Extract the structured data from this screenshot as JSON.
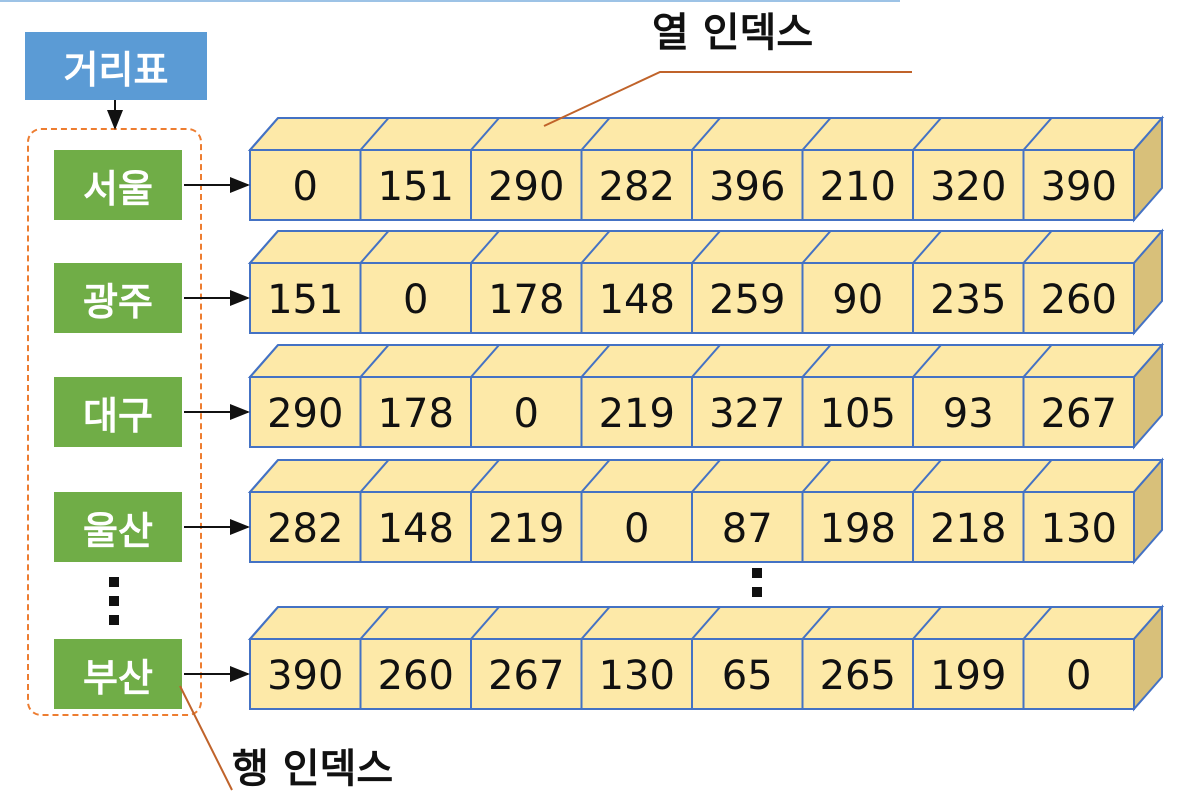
{
  "labels": {
    "root": "거리표",
    "column_index": "열 인덱스",
    "row_index": "행 인덱스"
  },
  "rows": [
    {
      "city": "서울",
      "values": [
        "0",
        "151",
        "290",
        "282",
        "396",
        "210",
        "320",
        "390"
      ]
    },
    {
      "city": "광주",
      "values": [
        "151",
        "0",
        "178",
        "148",
        "259",
        "90",
        "235",
        "260"
      ]
    },
    {
      "city": "대구",
      "values": [
        "290",
        "178",
        "0",
        "219",
        "327",
        "105",
        "93",
        "267"
      ]
    },
    {
      "city": "울산",
      "values": [
        "282",
        "148",
        "219",
        "0",
        "87",
        "198",
        "218",
        "130"
      ]
    },
    {
      "city": "부산",
      "values": [
        "390",
        "260",
        "267",
        "130",
        "65",
        "265",
        "199",
        "0"
      ]
    }
  ],
  "colors": {
    "root_box": "#5b9bd5",
    "city_box": "#70ad47",
    "cell_front": "#fde9a8",
    "cell_top": "#fde9a8",
    "cell_side": "#d8c07a",
    "cell_border": "#4472c4",
    "dashed_border": "#ed7d31",
    "callout_line": "#c0632a"
  }
}
